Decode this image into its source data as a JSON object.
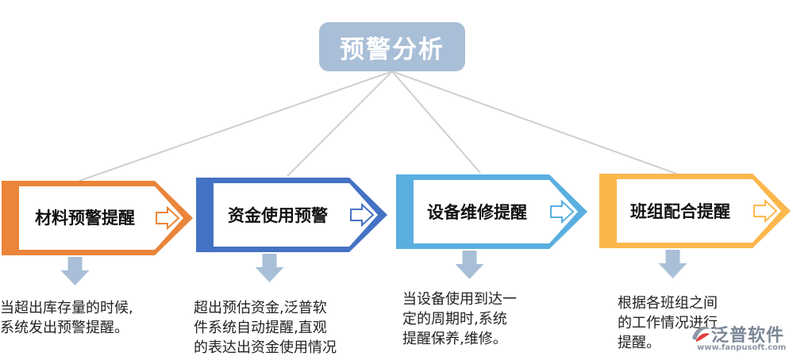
{
  "diagram": {
    "root": {
      "label": "预警分析",
      "color": "#a9bfd7"
    },
    "connector_color": "#cfcfcf",
    "down_arrow_color": "#a9bfd7",
    "nodes": [
      {
        "label": "材料预警提醒",
        "color": "#ea8539",
        "description": "当超出库存量的时候,\n系统发出预警提醒。"
      },
      {
        "label": "资金使用预警",
        "color": "#4472c4",
        "description": "超出预估资金,泛普软\n件系统自动提醒,直观\n的表达出资金使用情况"
      },
      {
        "label": "设备维修提醒",
        "color": "#5aafe0",
        "description": "当设备使用到达一\n定的周期时,系统\n提醒保养,维修。"
      },
      {
        "label": "班组配合提醒",
        "color": "#fbb74c",
        "description": "根据各班组之间\n的工作情况进行\n提醒。"
      }
    ]
  },
  "watermark": {
    "name": "泛普软件",
    "url": "www.fanpusoft.com",
    "icon": "fanpu-logo-icon"
  }
}
